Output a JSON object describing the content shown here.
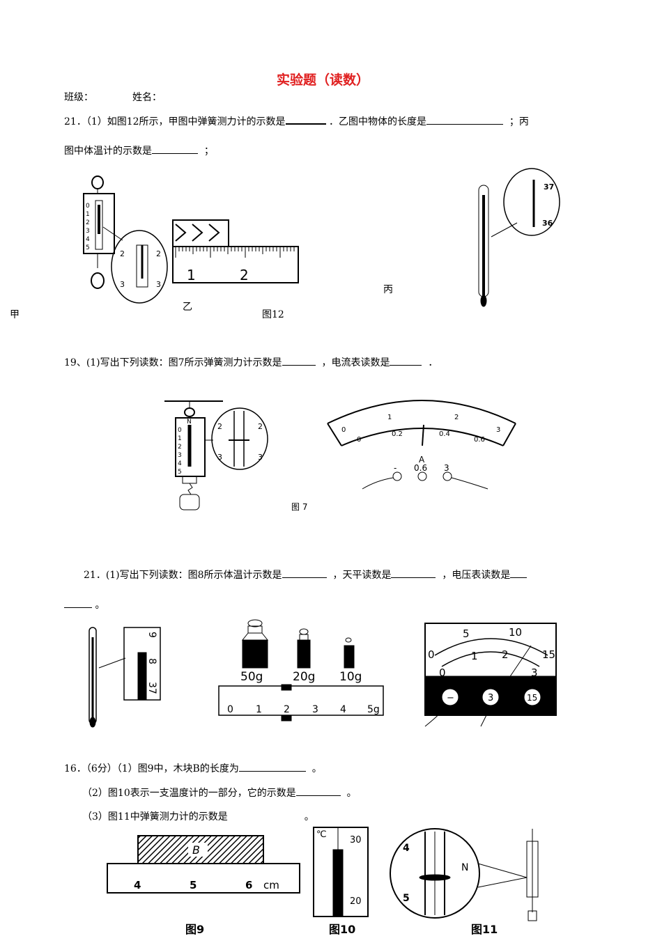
{
  "title": "实验题（读数）",
  "header": {
    "class_label": "班级：",
    "name_label": "姓名："
  },
  "q21a": {
    "line1": "21．（1）如图12所示，甲图中弹簧测力计的示数是",
    "mid": "．乙图中物体的长度是",
    "tail": "；丙",
    "line2": "图中体温计的示数是",
    "end": "；"
  },
  "fig12": {
    "label_jia": "甲",
    "label_yi": "乙",
    "label_bing": "丙",
    "caption": "图12",
    "ruler_ticks": [
      "1",
      "2"
    ],
    "thermo_marks": [
      "37",
      "36"
    ],
    "scale_marks": [
      "0",
      "1",
      "2",
      "3",
      "4",
      "5"
    ],
    "zoom_marks": [
      "2",
      "3"
    ]
  },
  "q19": {
    "text": "19、(1)写出下列读数：图7所示弹簧测力计示数是",
    "mid": "，电流表读数是",
    "end": "．"
  },
  "fig7": {
    "caption": "图 7",
    "ammeter_top": [
      "0",
      "1",
      "2",
      "3"
    ],
    "ammeter_bottom": [
      "0",
      "0.2",
      "0.4",
      "0.6"
    ],
    "ammeter_unit": "A",
    "terminals": [
      "-",
      "0.6",
      "3"
    ],
    "scale_marks": [
      "0",
      "1",
      "2",
      "3",
      "4",
      "5"
    ],
    "zoom_marks": [
      "2",
      "3"
    ],
    "scale_unit": "N"
  },
  "q21b": {
    "text": "21．(1)写出下列读数：图8所示体温计示数是",
    "mid1": "，天平读数是",
    "mid2": "，电压表读数是",
    "end": "。"
  },
  "fig8": {
    "thermo_marks": [
      "9",
      "8",
      "37"
    ],
    "weights": [
      "50g",
      "20g",
      "10g"
    ],
    "balance_ticks": [
      "0",
      "1",
      "2",
      "3",
      "4",
      "5g"
    ],
    "volt_top": [
      "0",
      "5",
      "10",
      "15"
    ],
    "volt_bottom": [
      "0",
      "1",
      "2",
      "3"
    ],
    "volt_terminals": [
      "−",
      "3",
      "15"
    ]
  },
  "q16": {
    "line1": "16．（6分）（1）图9中，木块B的长度为",
    "line1_end": "。",
    "line2": "（2）图10表示一支温度计的一部分，它的示数是",
    "line2_end": "。",
    "line3": "（3）图11中弹簧测力计的示数是",
    "line3_end": "。"
  },
  "fig9": {
    "caption": "图9",
    "block_label": "B",
    "ticks": [
      "4",
      "5",
      "6"
    ],
    "unit": "cm"
  },
  "fig10": {
    "caption": "图10",
    "unit": "℃",
    "marks": [
      "30",
      "20"
    ]
  },
  "fig11": {
    "caption": "图11",
    "marks": [
      "4",
      "5"
    ],
    "unit": "N"
  }
}
